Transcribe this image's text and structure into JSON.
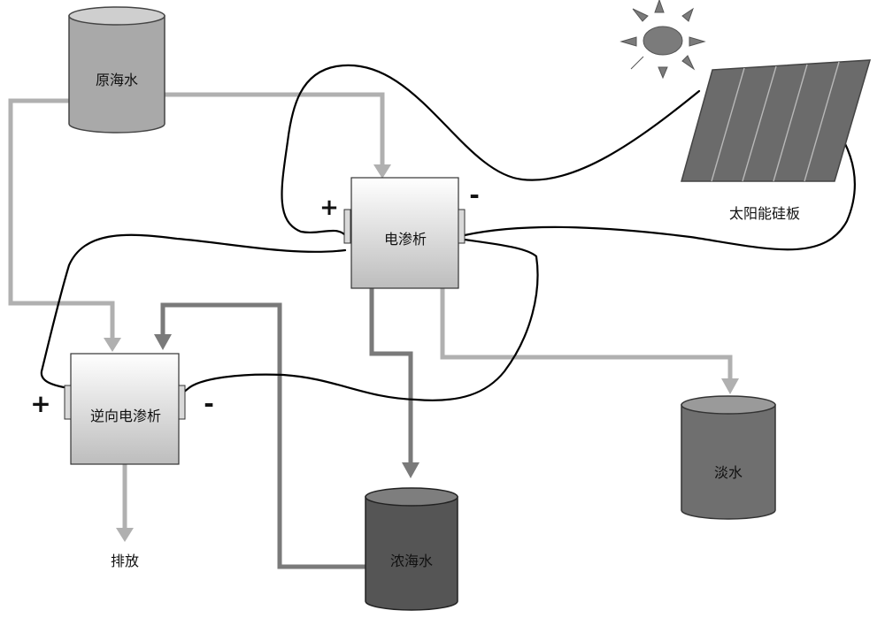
{
  "labels": {
    "raw_seawater": "原海水",
    "electrodialysis": "电渗析",
    "reverse_electrodialysis": "逆向电渗析",
    "solar_panel": "太阳能硅板",
    "fresh_water": "淡水",
    "concentrated_seawater": "浓海水",
    "discharge": "排放"
  },
  "signs": {
    "ed_positive": "+",
    "ed_negative": "-",
    "red_positive": "+",
    "red_negative": "-"
  },
  "colors": {
    "raw_tank": "#a9a9a9",
    "fresh_tank": "#6f6f6f",
    "concentrate_tank": "#555555",
    "light_pipe": "#b0b0b0",
    "dark_pipe": "#7a7a7a",
    "wire": "#000000",
    "panel": "#6b6b6b",
    "sun": "#7b7b7b"
  }
}
